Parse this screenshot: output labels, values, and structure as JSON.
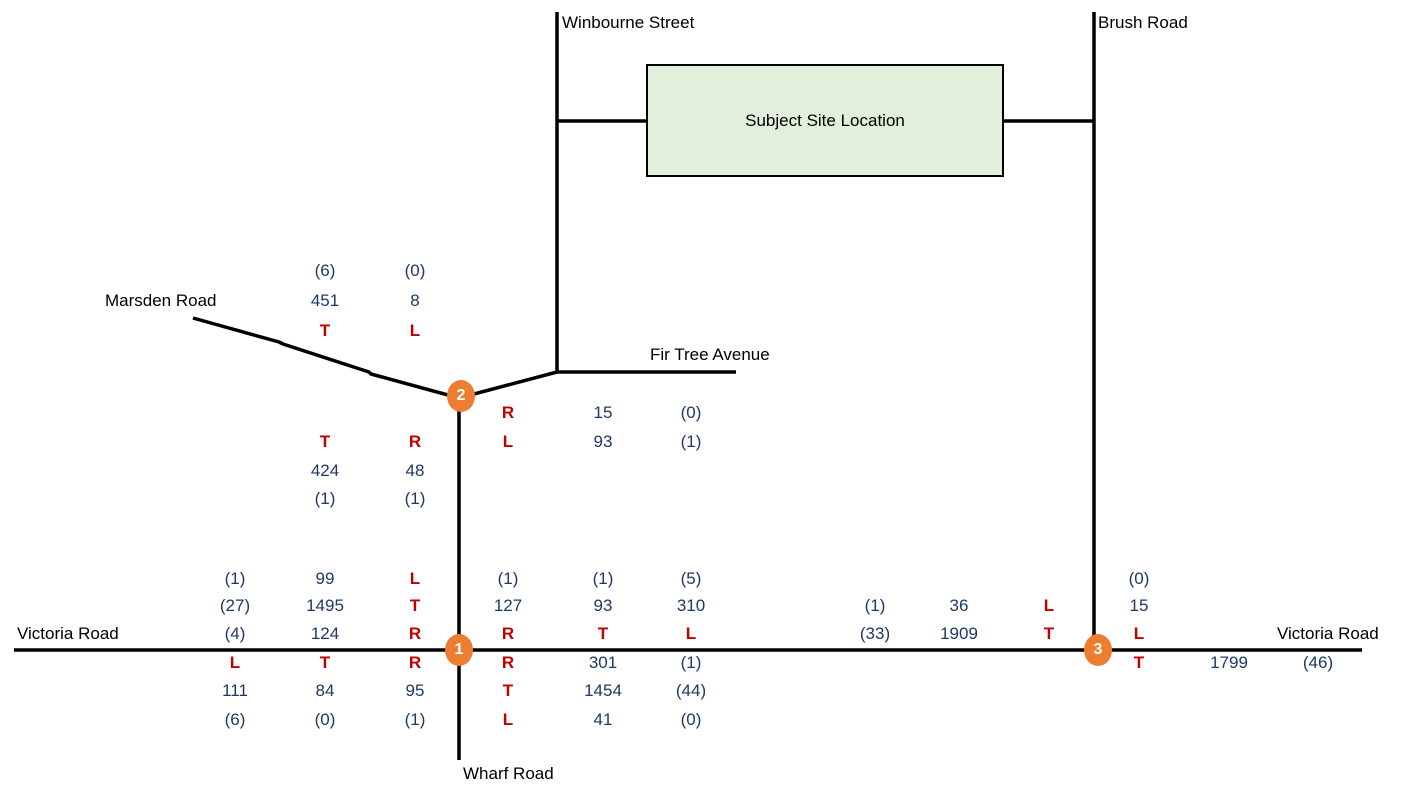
{
  "roads": {
    "winbourne": "Winbourne Street",
    "brush": "Brush Road",
    "marsden": "Marsden Road",
    "fir_tree": "Fir Tree Avenue",
    "victoria_west": "Victoria Road",
    "victoria_east": "Victoria Road",
    "wharf": "Wharf Road"
  },
  "site": {
    "label": "Subject Site Location"
  },
  "intersections": {
    "i1": "1",
    "i2": "2",
    "i3": "3"
  },
  "colors": {
    "road": "#000000",
    "site_fill": "#e2efda",
    "marker": "#ed7d31",
    "volume": "#1f3864",
    "movement": "#c00000"
  },
  "int2": {
    "marsden": {
      "heavy": [
        "(6)",
        "(0)"
      ],
      "vol": [
        "451",
        "8"
      ],
      "mov": [
        "T",
        "L"
      ]
    },
    "fir_tree": {
      "row1": {
        "mov": "R",
        "vol": "15",
        "heavy": "(0)"
      },
      "row2": {
        "mov": "L",
        "vol": "93",
        "heavy": "(1)"
      }
    },
    "south": {
      "mov": [
        "T",
        "R"
      ],
      "vol": [
        "424",
        "48"
      ],
      "heavy": [
        "(1)",
        "(1)"
      ]
    }
  },
  "int1": {
    "nw": {
      "row1": {
        "heavy": "(1)",
        "vol": "99",
        "mov": "L"
      },
      "row2": {
        "heavy": "(27)",
        "vol": "1495",
        "mov": "T"
      },
      "row3": {
        "heavy": "(4)",
        "vol": "124",
        "mov": "R"
      }
    },
    "ne": {
      "heavy": [
        "(1)",
        "(1)",
        "(5)"
      ],
      "vol": [
        "127",
        "93",
        "310"
      ],
      "mov": [
        "R",
        "T",
        "L"
      ]
    },
    "sw": {
      "mov": [
        "L",
        "T",
        "R"
      ],
      "vol": [
        "111",
        "84",
        "95"
      ],
      "heavy": [
        "(6)",
        "(0)",
        "(1)"
      ]
    },
    "se": {
      "row1": {
        "mov": "R",
        "vol": "301",
        "heavy": "(1)"
      },
      "row2": {
        "mov": "T",
        "vol": "1454",
        "heavy": "(44)"
      },
      "row3": {
        "mov": "L",
        "vol": "41",
        "heavy": "(0)"
      }
    }
  },
  "int3": {
    "west": {
      "row1": {
        "heavy": "(1)",
        "vol": "36",
        "mov": "L"
      },
      "row2": {
        "heavy": "(33)",
        "vol": "1909",
        "mov": "T"
      }
    },
    "brush": {
      "heavy": "(0)",
      "vol": "15",
      "mov": "L"
    },
    "east": {
      "mov": "T",
      "vol": "1799",
      "heavy": "(46)"
    }
  }
}
